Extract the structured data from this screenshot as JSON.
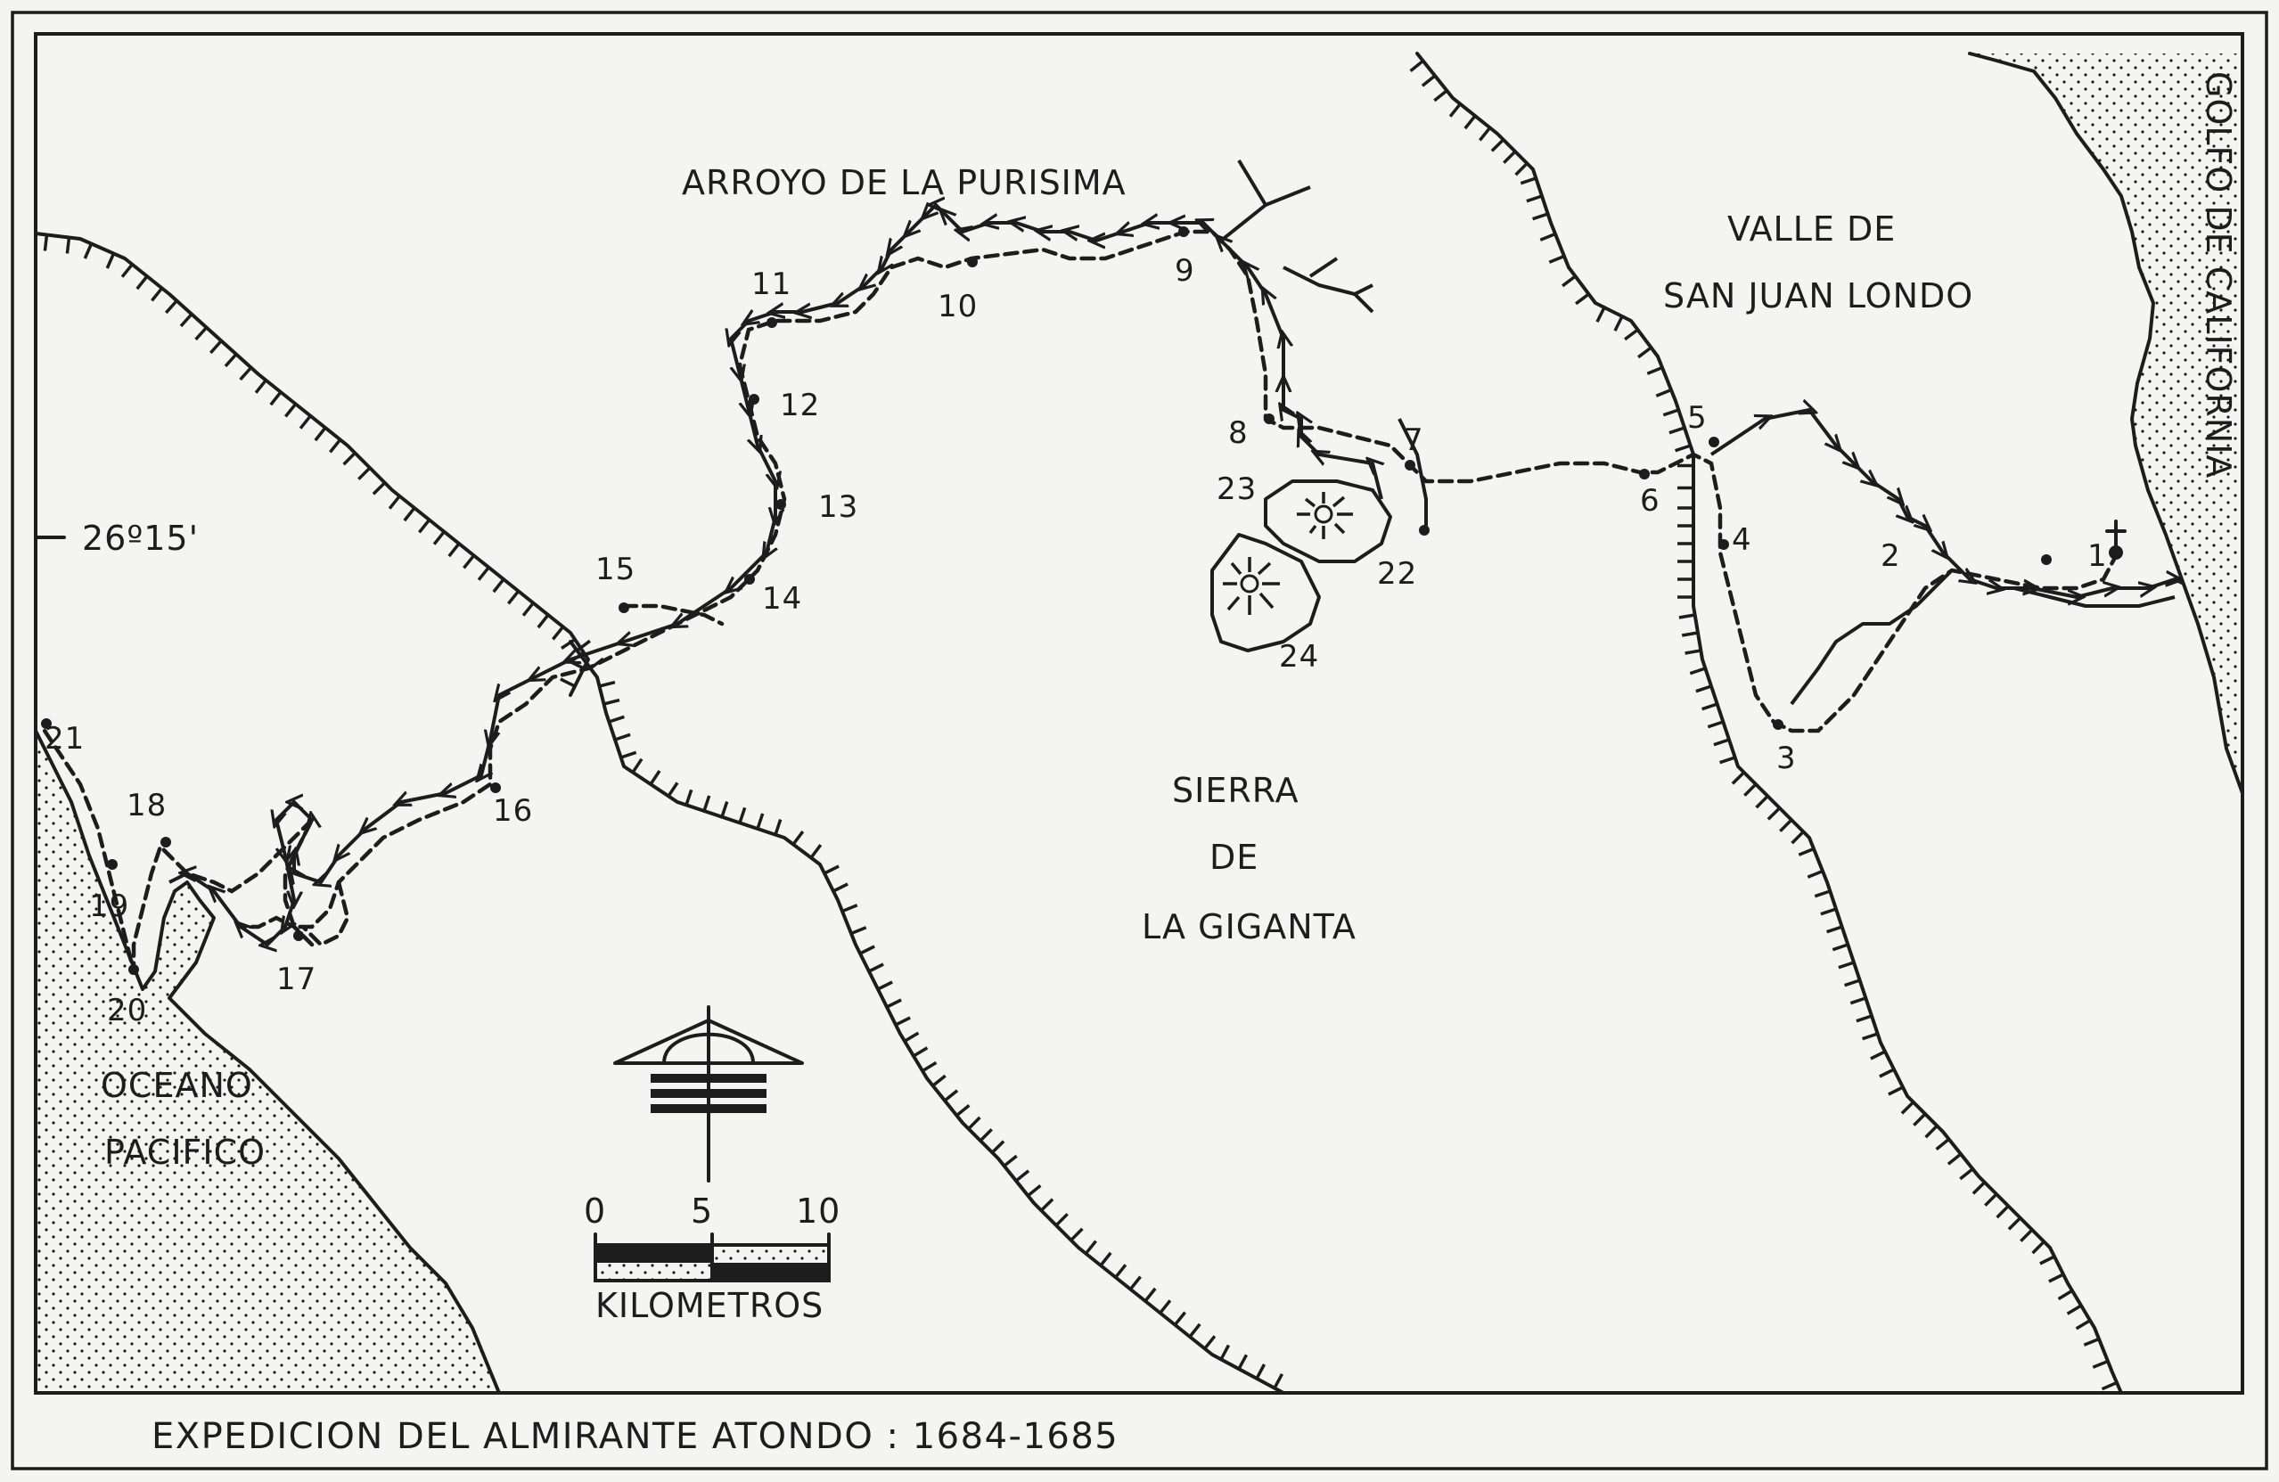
{
  "map": {
    "caption": "EXPEDICION DEL ALMIRANTE ATONDO : 1684-1685",
    "latitude_label": "26º15'",
    "regions": {
      "river": "ARROYO DE LA PURISIMA",
      "valley_line1": "VALLE DE",
      "valley_line2": "SAN JUAN LONDO",
      "gulf": "GOLFO DE CALIFORNIA",
      "ocean_line1": "OCEANO",
      "ocean_line2": "PACIFICO",
      "sierra_line1": "SIERRA",
      "sierra_line2": "DE",
      "sierra_line3": "LA GIGANTA"
    },
    "scale": {
      "tick_0": "0",
      "tick_5": "5",
      "tick_10": "10",
      "unit": "KILOMETROS"
    },
    "stops": [
      "1",
      "2",
      "3",
      "4",
      "5",
      "6",
      "7",
      "8",
      "9",
      "10",
      "11",
      "12",
      "13",
      "14",
      "15",
      "16",
      "17",
      "18",
      "19",
      "20",
      "21",
      "22",
      "23",
      "24"
    ],
    "colors": {
      "ink": "#1d1d1d",
      "paper": "#f4f4f2"
    }
  }
}
